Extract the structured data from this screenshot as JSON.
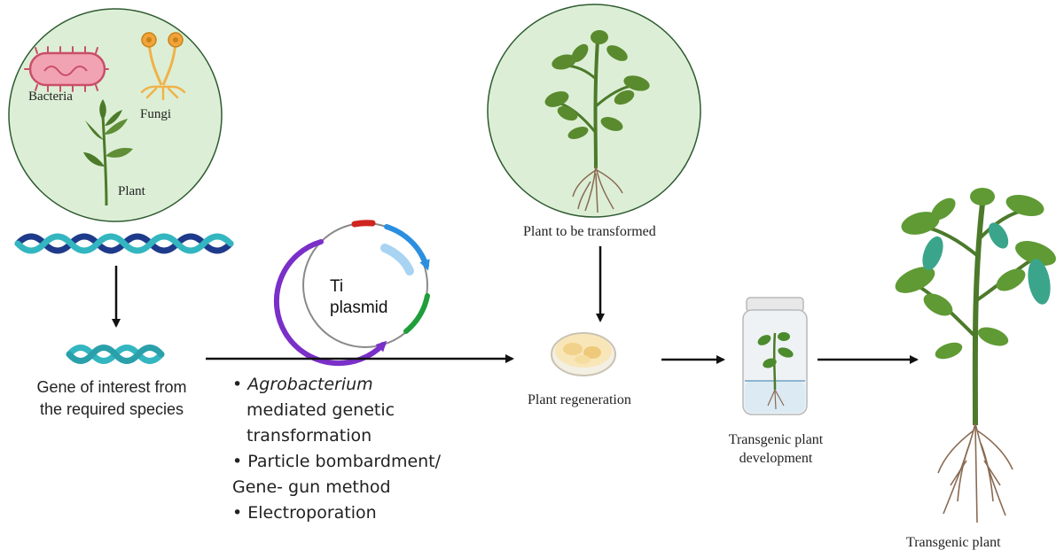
{
  "labels": {
    "bacteria": "Bacteria",
    "fungi": "Fungi",
    "plant": "Plant",
    "gene_line1": "Gene of interest from",
    "gene_line2": "the required species",
    "plasmid_line1": "Ti",
    "plasmid_line2": "plasmid",
    "plant_to_transform": "Plant to be transformed",
    "regeneration": "Plant regeneration",
    "development_line1": "Transgenic plant",
    "development_line2": "development",
    "transgenic_plant": "Transgenic plant"
  },
  "methods": {
    "bullet": "•",
    "agro_italic": "Agrobacterium",
    "agro_cont1": "mediated genetic",
    "agro_cont2": "transformation",
    "particle": "Particle bombardment/",
    "particle_cont": "Gene- gun method",
    "electro": "Electroporation"
  },
  "colors": {
    "circle_fill": "#dcefd6",
    "circle_stroke": "#2f5b32",
    "dna_dark": "#1e3a8a",
    "dna_teal": "#33b6c0",
    "plasmid_purple": "#7a2fc8",
    "plasmid_blue": "#2a8fe0",
    "plasmid_green": "#1f9e3a",
    "plasmid_red": "#d0241f",
    "leaf": "#4c7a2a",
    "leaf_teal": "#3aa58a",
    "root": "#8a6a52",
    "arrow": "#111111"
  }
}
